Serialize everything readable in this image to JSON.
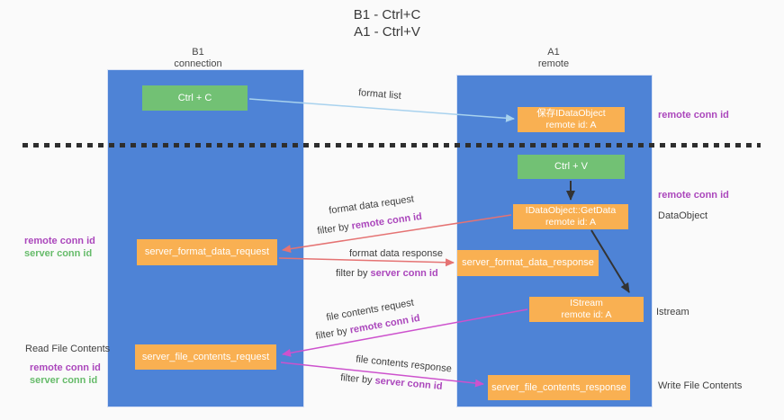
{
  "title": {
    "line1": "B1 - Ctrl+C",
    "line2": "A1 - Ctrl+V"
  },
  "lanes": {
    "left": {
      "name": "B1",
      "subtitle": "connection"
    },
    "right": {
      "name": "A1",
      "subtitle": "remote"
    }
  },
  "nodes": {
    "ctrl_c": {
      "label": "Ctrl + C"
    },
    "saved_dataobject": {
      "line1": "保存IDataObject",
      "line2": "remote id: A"
    },
    "ctrl_v": {
      "label": "Ctrl + V"
    },
    "getdata": {
      "line1": "IDataObject::GetData",
      "line2": "remote id: A"
    },
    "server_format_data_request": {
      "label": "server_format_data_request"
    },
    "server_format_data_response": {
      "label": "server_format_data_response"
    },
    "istream": {
      "line1": "IStream",
      "line2": "remote id: A"
    },
    "server_file_contents_request": {
      "label": "server_file_contents_request"
    },
    "server_file_contents_response": {
      "label": "server_file_contents_response"
    }
  },
  "edge_labels": {
    "format_list": "format list",
    "format_data_request": {
      "title": "format data request",
      "filter_prefix": "filter by ",
      "filter_key": "remote conn id"
    },
    "format_data_response": {
      "title": "format data response",
      "filter_prefix": "filter by ",
      "filter_key": "server conn id"
    },
    "file_contents_request": {
      "title": "file contents request",
      "filter_prefix": "filter by ",
      "filter_key": "remote conn id"
    },
    "file_contents_response": {
      "title": "file contents response",
      "filter_prefix": "filter by ",
      "filter_key": "server conn id"
    }
  },
  "side_labels": {
    "right_remote_conn_top": "remote conn id",
    "right_remote_conn_mid": "remote conn id",
    "dataobject": "DataObject",
    "istream": "Istream",
    "write_file_contents": "Write File Contents",
    "left_remote_conn_fmt": "remote conn id",
    "left_server_conn_fmt": "server conn id",
    "read_file_contents": "Read File Contents",
    "left_remote_conn_file": "remote conn id",
    "left_server_conn_file": "server conn id"
  },
  "colors": {
    "lane_blue": "#4e83d6",
    "node_orange": "#f9b052",
    "node_green": "#72c174",
    "arrow_red": "#e57373",
    "arrow_magenta": "#cd52cd",
    "arrow_light_blue": "#a8d2ee",
    "arrow_black": "#333333",
    "label_purple": "#ab47bc",
    "label_green": "#66bb6a",
    "background": "#fafafa"
  }
}
